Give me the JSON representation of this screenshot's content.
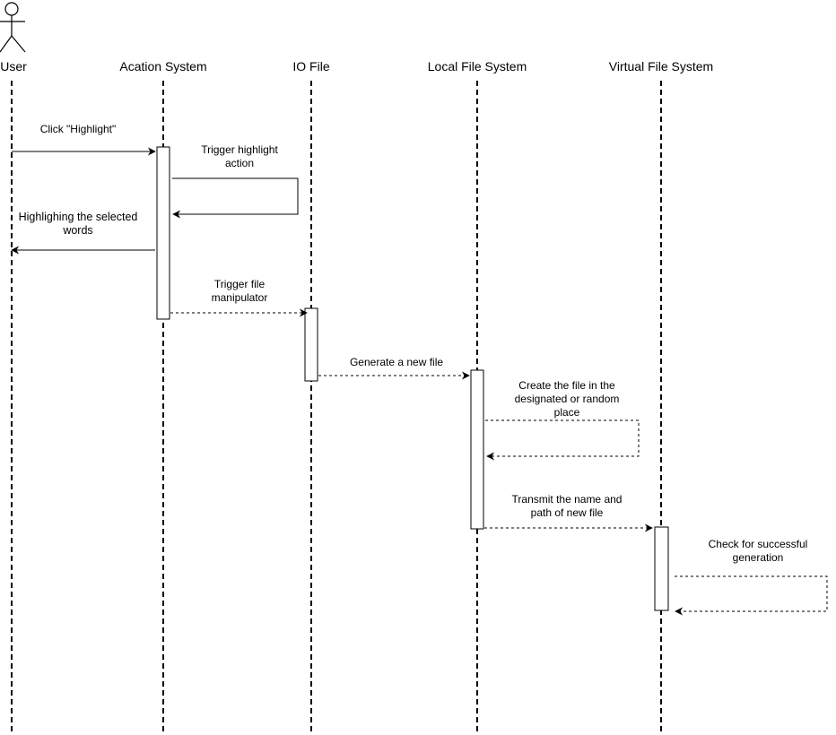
{
  "participants": [
    {
      "id": "user",
      "label": "User",
      "kind": "actor"
    },
    {
      "id": "acation",
      "label": "Acation System"
    },
    {
      "id": "io",
      "label": "IO File"
    },
    {
      "id": "local",
      "label": "Local File System"
    },
    {
      "id": "virtual",
      "label": "Virtual File System"
    }
  ],
  "messages": [
    {
      "id": "m1",
      "from": "user",
      "to": "acation",
      "style": "solid",
      "label": "Click \"Highlight\""
    },
    {
      "id": "m2",
      "from": "acation",
      "to": "acation",
      "style": "solid",
      "label": "Trigger highlight action"
    },
    {
      "id": "m3",
      "from": "acation",
      "to": "user",
      "style": "solid",
      "label": "Highlighing the selected words"
    },
    {
      "id": "m4",
      "from": "acation",
      "to": "io",
      "style": "dashed",
      "label": "Trigger file manipulator"
    },
    {
      "id": "m5",
      "from": "io",
      "to": "local",
      "style": "dashed",
      "label": "Generate a new file"
    },
    {
      "id": "m6",
      "from": "local",
      "to": "local",
      "style": "dashed",
      "label": "Create the file in the designated or random place"
    },
    {
      "id": "m7",
      "from": "local",
      "to": "virtual",
      "style": "dashed",
      "label": "Transmit the name and path of new file"
    },
    {
      "id": "m8",
      "from": "virtual",
      "to": "virtual",
      "style": "dashed",
      "label": "Check for successful generation"
    }
  ]
}
